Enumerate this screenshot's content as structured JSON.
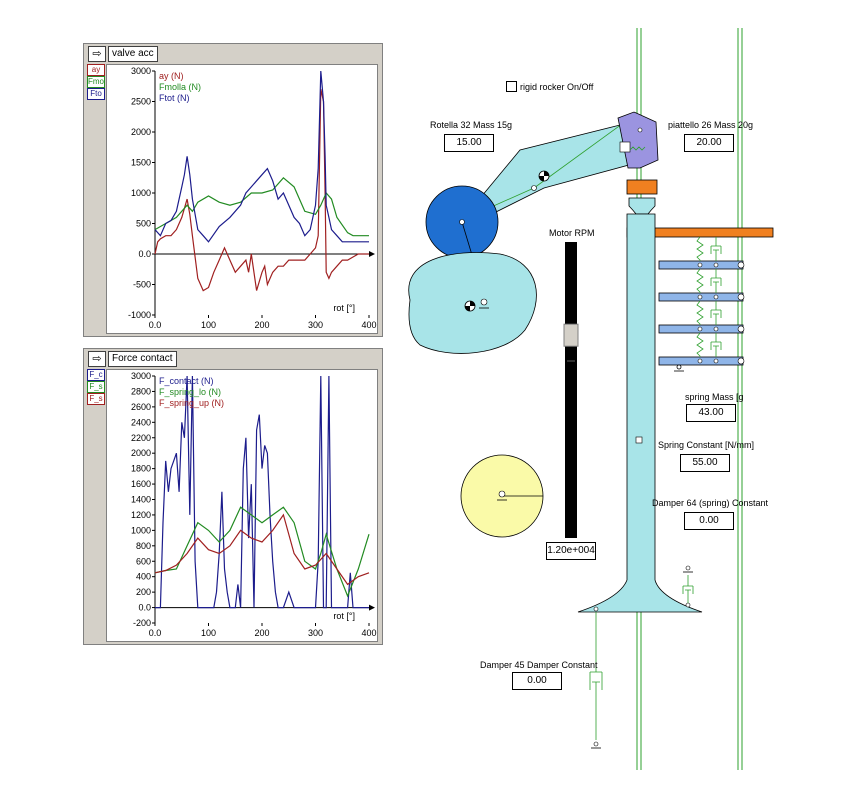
{
  "panels": {
    "valve_acc": {
      "title": "valve acc",
      "legend_boxes": [
        "ay",
        "Fmo",
        "Fto"
      ],
      "legend_colors": [
        "#a02020",
        "#228b22",
        "#1c1c8c"
      ]
    },
    "force_contact": {
      "title": "Force contact",
      "legend_boxes": [
        "F_c",
        "F_s",
        "F_s"
      ],
      "legend_colors": [
        "#1c1c8c",
        "#228b22",
        "#a02020"
      ]
    }
  },
  "chart_data": [
    {
      "type": "line",
      "title": "valve acc",
      "xlabel": "rot [°]",
      "ylabel": "",
      "xlim": [
        0,
        400
      ],
      "ylim": [
        -1000,
        3000
      ],
      "x_ticks": [
        "0.0",
        "100",
        "200",
        "300",
        "400"
      ],
      "y_ticks": [
        "-1000",
        "-500",
        "0.0",
        "500",
        "1000",
        "1500",
        "2000",
        "2500",
        "3000"
      ],
      "grid": false,
      "legend": "top-left",
      "series": [
        {
          "name": "ay (N)",
          "color": "#a02020",
          "x": [
            0,
            5,
            10,
            20,
            30,
            40,
            50,
            60,
            65,
            70,
            80,
            90,
            100,
            110,
            120,
            130,
            140,
            150,
            160,
            170,
            175,
            180,
            190,
            200,
            205,
            210,
            220,
            230,
            240,
            250,
            260,
            270,
            280,
            290,
            300,
            305,
            310,
            315,
            318,
            320,
            325,
            330,
            340,
            350,
            360,
            370,
            380,
            390,
            400
          ],
          "values": [
            0,
            200,
            250,
            300,
            300,
            400,
            600,
            900,
            650,
            300,
            -400,
            -600,
            -550,
            -300,
            -100,
            100,
            -100,
            -300,
            -200,
            -100,
            -300,
            0,
            -600,
            -300,
            -200,
            -500,
            -300,
            -200,
            -200,
            -100,
            -100,
            -100,
            -100,
            0,
            100,
            300,
            2700,
            2500,
            1000,
            -300,
            -400,
            -300,
            -200,
            -100,
            -100,
            -50,
            0,
            0,
            0
          ]
        },
        {
          "name": "Fmolla (N)",
          "color": "#228b22",
          "x": [
            0,
            20,
            40,
            60,
            70,
            80,
            100,
            120,
            140,
            160,
            180,
            200,
            220,
            240,
            260,
            280,
            300,
            310,
            315,
            320,
            330,
            340,
            360,
            370,
            380,
            400
          ],
          "values": [
            400,
            500,
            600,
            800,
            700,
            850,
            950,
            850,
            800,
            850,
            1000,
            1000,
            1050,
            1250,
            1100,
            700,
            650,
            800,
            900,
            1000,
            900,
            600,
            350,
            300,
            300,
            300
          ]
        },
        {
          "name": "Ftot (N)",
          "color": "#1c1c8c",
          "x": [
            0,
            10,
            20,
            30,
            40,
            50,
            55,
            60,
            65,
            70,
            80,
            90,
            100,
            120,
            140,
            160,
            170,
            180,
            190,
            200,
            210,
            220,
            230,
            240,
            250,
            260,
            270,
            280,
            290,
            300,
            305,
            310,
            315,
            318,
            320,
            325,
            330,
            340,
            350,
            360,
            370,
            380,
            400
          ],
          "values": [
            400,
            300,
            500,
            550,
            700,
            1100,
            1300,
            1600,
            1300,
            900,
            400,
            300,
            200,
            450,
            600,
            800,
            1000,
            1100,
            1200,
            1300,
            1400,
            1200,
            900,
            1000,
            800,
            600,
            500,
            300,
            400,
            800,
            1400,
            3000,
            2500,
            1600,
            800,
            600,
            400,
            300,
            200,
            200,
            200,
            200,
            200
          ]
        }
      ]
    },
    {
      "type": "line",
      "title": "Force contact",
      "xlabel": "rot [°]",
      "ylabel": "",
      "xlim": [
        0,
        400
      ],
      "ylim": [
        -200,
        3000
      ],
      "x_ticks": [
        "0.0",
        "100",
        "200",
        "300",
        "400"
      ],
      "y_ticks": [
        "-200",
        "0.0",
        "200",
        "400",
        "600",
        "800",
        "1000",
        "1200",
        "1400",
        "1600",
        "1800",
        "2000",
        "2200",
        "2400",
        "2600",
        "2800",
        "3000"
      ],
      "grid": false,
      "legend": "top-left",
      "series": [
        {
          "name": "F_contact (N)",
          "color": "#1c1c8c",
          "x": [
            0,
            10,
            15,
            20,
            25,
            30,
            35,
            40,
            45,
            50,
            55,
            60,
            65,
            70,
            75,
            80,
            85,
            90,
            95,
            100,
            105,
            110,
            115,
            120,
            125,
            130,
            135,
            140,
            145,
            150,
            155,
            160,
            165,
            170,
            175,
            180,
            185,
            190,
            195,
            200,
            205,
            210,
            215,
            220,
            225,
            230,
            240,
            250,
            260,
            270,
            280,
            290,
            300,
            305,
            310,
            315,
            320,
            325,
            330,
            340,
            350,
            360,
            365,
            370,
            380,
            400
          ],
          "values": [
            0,
            0,
            1100,
            1900,
            1500,
            1800,
            1900,
            2000,
            1500,
            2400,
            2200,
            3000,
            1200,
            3000,
            600,
            0,
            0,
            0,
            0,
            0,
            0,
            0,
            200,
            700,
            1500,
            500,
            200,
            0,
            0,
            0,
            300,
            0,
            1800,
            2200,
            900,
            1600,
            0,
            2300,
            2500,
            1800,
            2100,
            2000,
            1200,
            600,
            200,
            0,
            0,
            200,
            0,
            0,
            0,
            0,
            0,
            600,
            3000,
            0,
            0,
            3000,
            0,
            0,
            0,
            0,
            450,
            0,
            0,
            0
          ]
        },
        {
          "name": "F_spring_lo (N)",
          "color": "#228b22",
          "x": [
            0,
            20,
            40,
            60,
            80,
            100,
            120,
            140,
            160,
            180,
            200,
            220,
            240,
            260,
            280,
            300,
            310,
            320,
            340,
            360,
            380,
            400
          ],
          "values": [
            450,
            480,
            500,
            800,
            1100,
            1000,
            850,
            1000,
            1300,
            1200,
            1100,
            1200,
            1300,
            1100,
            600,
            500,
            700,
            950,
            500,
            150,
            500,
            950
          ]
        },
        {
          "name": "F_spring_up (N)",
          "color": "#a02020",
          "x": [
            0,
            20,
            40,
            60,
            80,
            100,
            120,
            140,
            160,
            180,
            200,
            220,
            240,
            260,
            280,
            300,
            320,
            340,
            360,
            380,
            400
          ],
          "values": [
            450,
            480,
            550,
            700,
            900,
            750,
            700,
            800,
            1000,
            900,
            850,
            1000,
            1200,
            700,
            500,
            550,
            700,
            500,
            300,
            400,
            450
          ]
        }
      ]
    }
  ],
  "mechanism": {
    "rigid_rocker_label": "rigid rocker On/Off",
    "rotella_label": "Rotella 32 Mass 15g",
    "rotella_value": "15.00",
    "piattello_label": "piattello 26 Mass 20g",
    "piattello_value": "20.00",
    "motor_rpm_label": "Motor RPM",
    "motor_rpm_value": "1.20e+004",
    "motor_rpm_level": 0.7,
    "spring_mass_label": "spring Mass [g",
    "spring_mass_value": "43.00",
    "spring_constant_label": "Spring Constant [N/mm]",
    "spring_constant_value": "55.00",
    "damper64_label": "Damper 64 (spring) Constant",
    "damper64_value": "0.00",
    "damper45_label": "Damper 45 Damper Constant",
    "damper45_value": "0.00"
  }
}
